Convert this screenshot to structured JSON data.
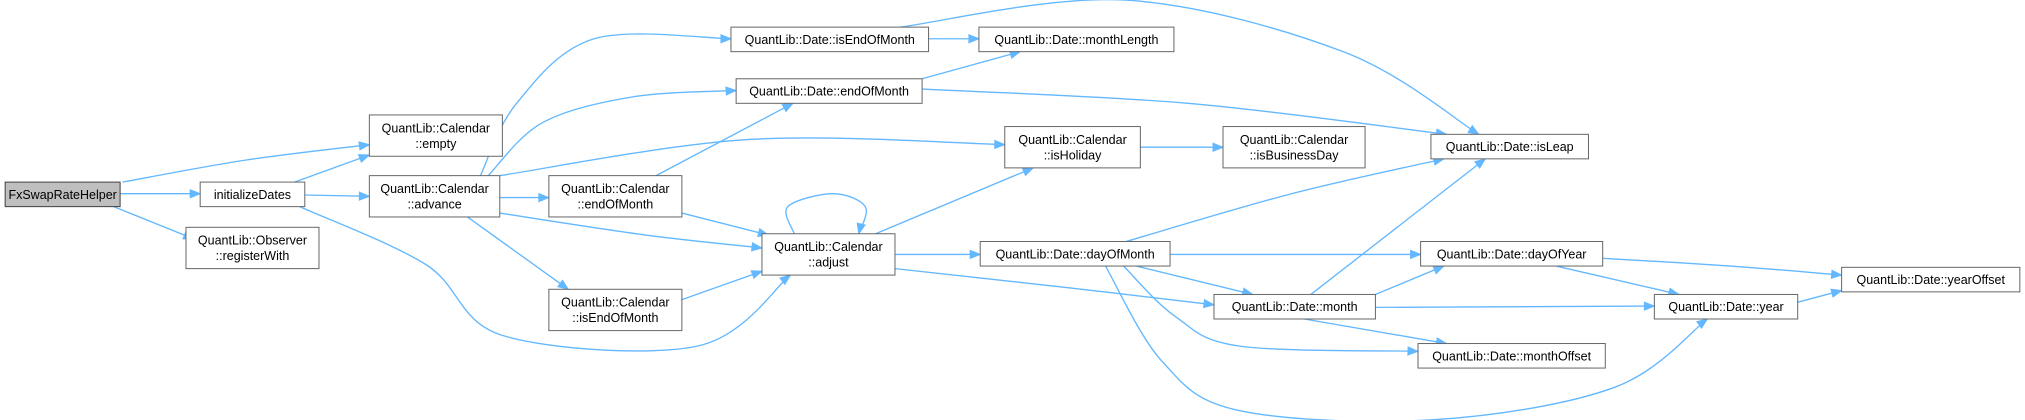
{
  "diagram": {
    "nodes": {
      "root": {
        "label": [
          "FxSwapRateHelper"
        ]
      },
      "initializeDates": {
        "label": [
          "initializeDates"
        ]
      },
      "registerWith": {
        "label": [
          "QuantLib::Observer",
          "::registerWith"
        ]
      },
      "calEmpty": {
        "label": [
          "QuantLib::Calendar",
          "::empty"
        ]
      },
      "calAdvance": {
        "label": [
          "QuantLib::Calendar",
          "::advance"
        ]
      },
      "isEndOfMonth": {
        "label": [
          "QuantLib::Date::isEndOfMonth"
        ]
      },
      "dEndOfMonth": {
        "label": [
          "QuantLib::Date::endOfMonth"
        ]
      },
      "monthLength": {
        "label": [
          "QuantLib::Date::monthLength"
        ]
      },
      "calEndOfMonth": {
        "label": [
          "QuantLib::Calendar",
          "::endOfMonth"
        ]
      },
      "calIsEndOfMonth": {
        "label": [
          "QuantLib::Calendar",
          "::isEndOfMonth"
        ]
      },
      "calAdjust": {
        "label": [
          "QuantLib::Calendar",
          "::adjust"
        ]
      },
      "calIsHoliday": {
        "label": [
          "QuantLib::Calendar",
          "::isHoliday"
        ]
      },
      "calIsBusinessDay": {
        "label": [
          "QuantLib::Calendar",
          "::isBusinessDay"
        ]
      },
      "isLeap": {
        "label": [
          "QuantLib::Date::isLeap"
        ]
      },
      "dayOfMonth": {
        "label": [
          "QuantLib::Date::dayOfMonth"
        ]
      },
      "dayOfYear": {
        "label": [
          "QuantLib::Date::dayOfYear"
        ]
      },
      "month": {
        "label": [
          "QuantLib::Date::month"
        ]
      },
      "monthOffset": {
        "label": [
          "QuantLib::Date::monthOffset"
        ]
      },
      "year": {
        "label": [
          "QuantLib::Date::year"
        ]
      },
      "yearOffset": {
        "label": [
          "QuantLib::Date::yearOffset"
        ]
      }
    },
    "edges": [
      [
        "root",
        "initializeDates"
      ],
      [
        "root",
        "calEmpty"
      ],
      [
        "root",
        "registerWith"
      ],
      [
        "initializeDates",
        "calEmpty"
      ],
      [
        "initializeDates",
        "calAdvance"
      ],
      [
        "initializeDates",
        "calAdjust"
      ],
      [
        "calAdvance",
        "isEndOfMonth"
      ],
      [
        "calAdvance",
        "dEndOfMonth"
      ],
      [
        "calAdvance",
        "calIsHoliday"
      ],
      [
        "calAdvance",
        "calEndOfMonth"
      ],
      [
        "calAdvance",
        "calAdjust"
      ],
      [
        "calAdvance",
        "calIsEndOfMonth"
      ],
      [
        "isEndOfMonth",
        "monthLength"
      ],
      [
        "isEndOfMonth",
        "isLeap"
      ],
      [
        "dEndOfMonth",
        "monthLength"
      ],
      [
        "dEndOfMonth",
        "isLeap"
      ],
      [
        "calEndOfMonth",
        "dEndOfMonth"
      ],
      [
        "calEndOfMonth",
        "calAdjust"
      ],
      [
        "calIsEndOfMonth",
        "calAdjust"
      ],
      [
        "calAdjust",
        "calAdjust"
      ],
      [
        "calAdjust",
        "calIsHoliday"
      ],
      [
        "calAdjust",
        "dayOfMonth"
      ],
      [
        "calAdjust",
        "month"
      ],
      [
        "calIsHoliday",
        "calIsBusinessDay"
      ],
      [
        "dayOfMonth",
        "isLeap"
      ],
      [
        "dayOfMonth",
        "dayOfYear"
      ],
      [
        "dayOfMonth",
        "month"
      ],
      [
        "dayOfMonth",
        "monthOffset"
      ],
      [
        "dayOfMonth",
        "year"
      ],
      [
        "month",
        "isLeap"
      ],
      [
        "month",
        "dayOfYear"
      ],
      [
        "month",
        "monthOffset"
      ],
      [
        "month",
        "year"
      ],
      [
        "dayOfYear",
        "year"
      ],
      [
        "dayOfYear",
        "yearOffset"
      ],
      [
        "year",
        "yearOffset"
      ]
    ]
  }
}
